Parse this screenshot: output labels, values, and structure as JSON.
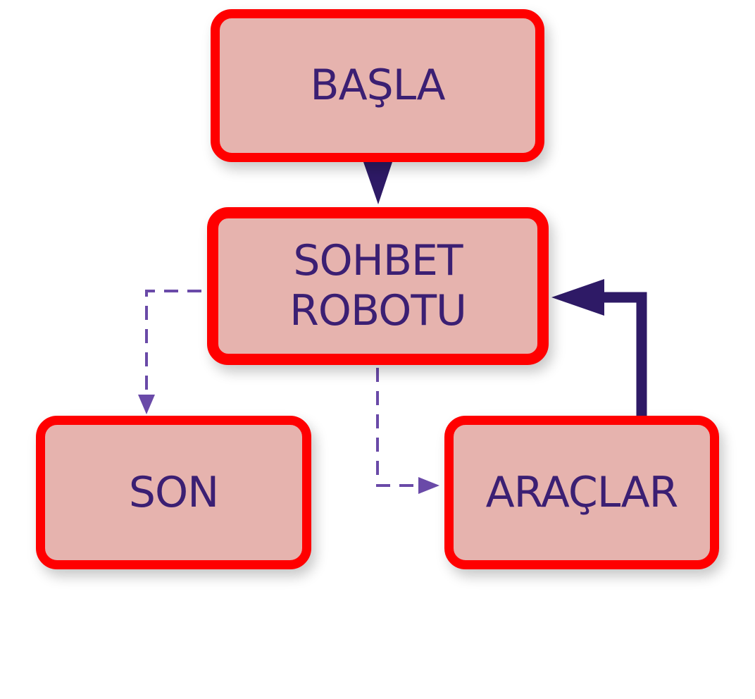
{
  "diagram": {
    "nodes": {
      "start": {
        "label": "BAŞLA"
      },
      "chatbot": {
        "label": "SOHBET\nROBOTU"
      },
      "end": {
        "label": "SON"
      },
      "tools": {
        "label": "ARAÇLAR"
      }
    },
    "edges": [
      {
        "from": "start",
        "to": "chatbot",
        "style": "solid"
      },
      {
        "from": "chatbot",
        "to": "end",
        "style": "dashed"
      },
      {
        "from": "chatbot",
        "to": "tools",
        "style": "dashed"
      },
      {
        "from": "tools",
        "to": "chatbot",
        "style": "solid"
      }
    ],
    "colors": {
      "node_border": "#ff0000",
      "node_fill": "#e6b3ae",
      "text": "#3b1f73",
      "solid_edge": "#2e1a66",
      "dashed_edge": "#6a4aa8"
    }
  }
}
